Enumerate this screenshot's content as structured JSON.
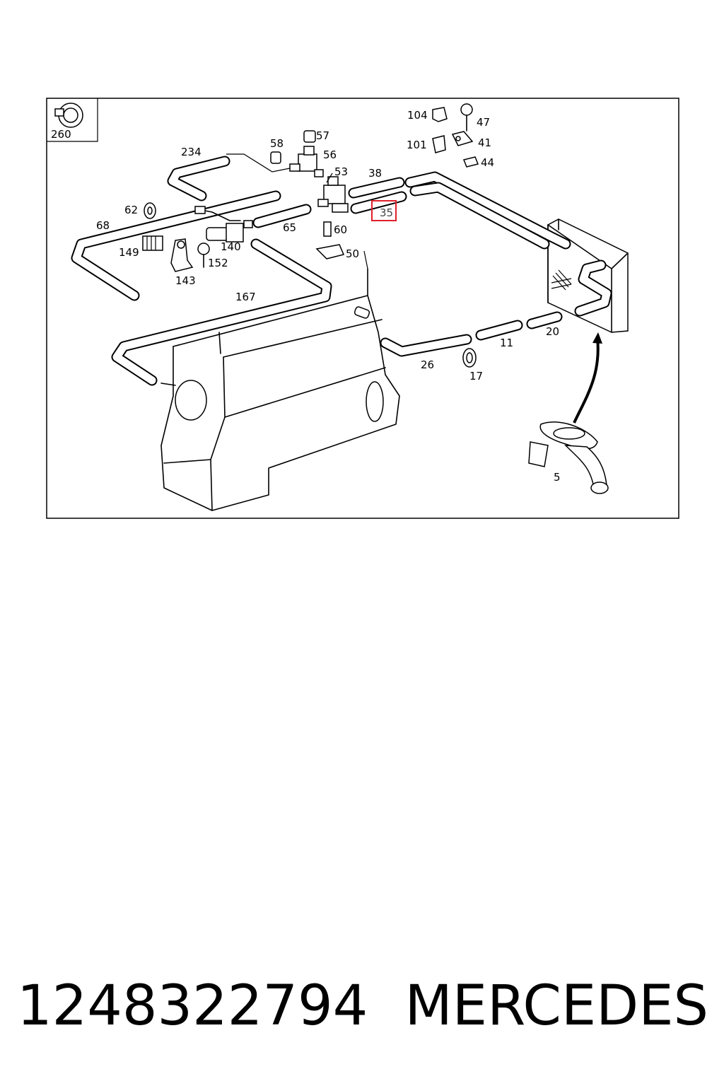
{
  "diagram": {
    "labels": {
      "l260": "260",
      "l234": "234",
      "l58": "58",
      "l57": "57",
      "l56": "56",
      "l53": "53",
      "l38": "38",
      "l35": "35",
      "l104": "104",
      "l47": "47",
      "l101": "101",
      "l41": "41",
      "l44": "44",
      "l62": "62",
      "l68": "68",
      "l65": "65",
      "l60": "60",
      "l149": "149",
      "l140": "140",
      "l152": "152",
      "l50": "50",
      "l143": "143",
      "l167": "167",
      "l20": "20",
      "l11": "11",
      "l26": "26",
      "l17": "17",
      "l5": "5"
    },
    "highlight_color": "#e0202a"
  },
  "caption": {
    "part_number": "1248322794",
    "brand": "MERCEDES"
  }
}
